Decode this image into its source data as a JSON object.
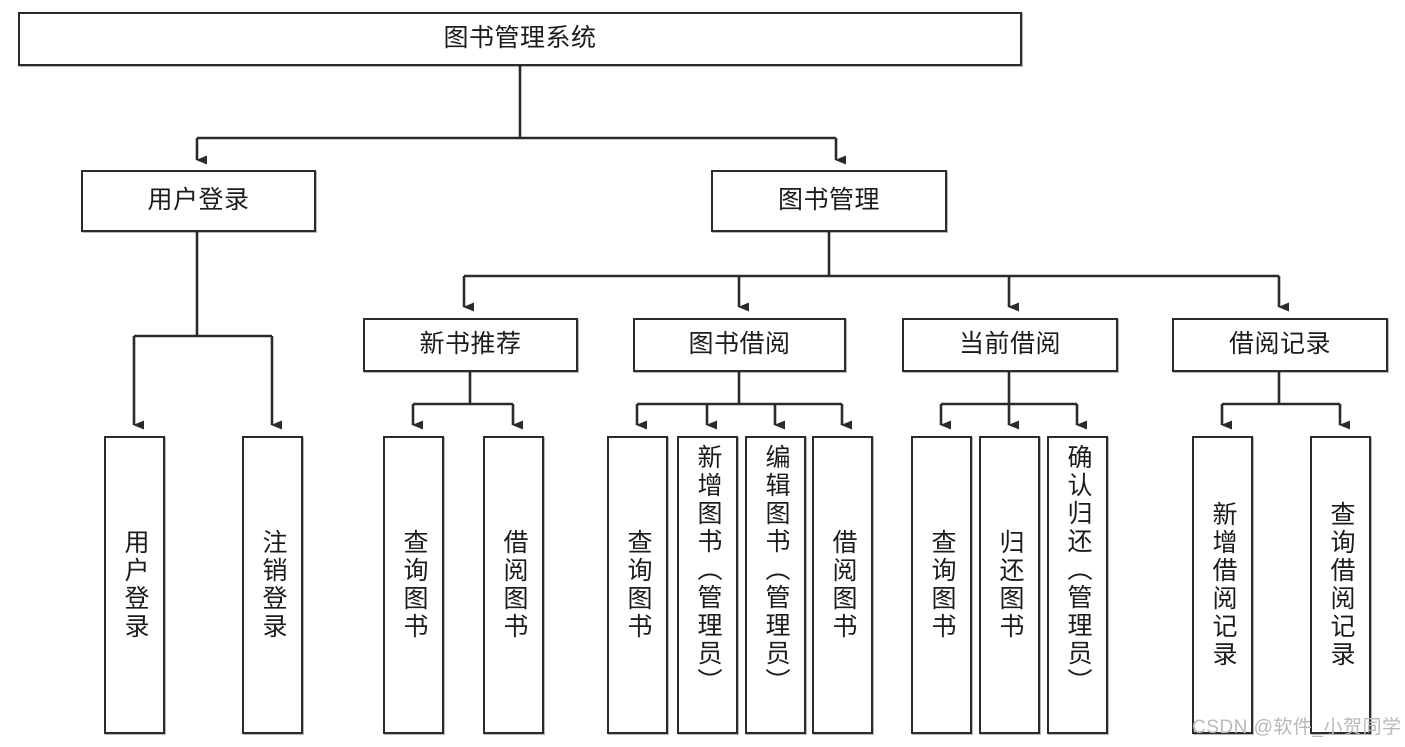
{
  "diagram": {
    "type": "tree-hierarchy-chart",
    "title": "图书管理系统",
    "line_color": "#2b2b2b",
    "box_border_color": "#2b2b2b",
    "box_fill_color": "#ffffff",
    "background": "#ffffff"
  },
  "nodes": {
    "root": {
      "label": "图书管理系统"
    },
    "level2": [
      {
        "label": "用户登录"
      },
      {
        "label": "图书管理"
      }
    ],
    "level3": [
      {
        "label": "新书推荐"
      },
      {
        "label": "图书借阅"
      },
      {
        "label": "当前借阅"
      },
      {
        "label": "借阅记录"
      }
    ],
    "leaves": {
      "user_login": [
        {
          "label": "用户登录"
        },
        {
          "label": "注销登录"
        }
      ],
      "new_book_recommend": [
        {
          "label": "查询图书"
        },
        {
          "label": "借阅图书"
        }
      ],
      "book_borrow": [
        {
          "label": "查询图书"
        },
        {
          "label": "新增图书（管理员）"
        },
        {
          "label": "编辑图书（管理员）"
        },
        {
          "label": "借阅图书"
        }
      ],
      "current_borrow": [
        {
          "label": "查询图书"
        },
        {
          "label": "归还图书"
        },
        {
          "label": "确认归还（管理员）"
        }
      ],
      "borrow_record": [
        {
          "label": "新增借阅记录"
        },
        {
          "label": "查询借阅记录"
        }
      ]
    }
  },
  "watermark": {
    "text": "CSDN @软件_小贺同学"
  }
}
